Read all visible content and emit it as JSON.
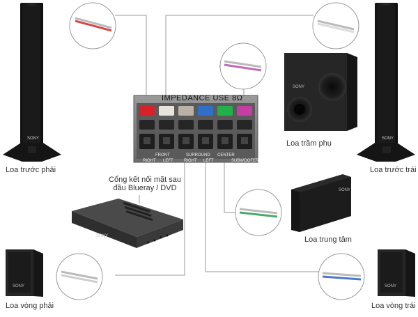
{
  "panel": {
    "title": "IMPEDANCE USE 8Ω",
    "labels": {
      "front": "FRONT",
      "surround": "SURROUND",
      "center": "CENTER",
      "subwoofer": "SUBWOOFER",
      "right": "RIGHT",
      "left": "LEFT"
    },
    "terminal_colors": [
      "#d8202a",
      "#e8e4dc",
      "#b9b2a5",
      "#2f6fc8",
      "#22b04a",
      "#c63ea2"
    ]
  },
  "components": {
    "front_right": "Loa trước phải",
    "front_left": "Loa trước trái",
    "subwoofer": "Loa trầm phụ",
    "center": "Loa trung tâm",
    "surround_right": "Loa vòng phải",
    "surround_left": "Loa vòng trái",
    "player_line1": "Cổng kết nối mặt sau",
    "player_line2": "đầu Blueray / DVD"
  },
  "brand": "SONY",
  "wire_colors": {
    "front_right": "#d44a4a",
    "front_left": "#dcdcdc",
    "subwoofer": "#c06ab5",
    "center": "#4aa86a",
    "surround_right": "#cfcfcf",
    "surround_left": "#4a78c8"
  }
}
